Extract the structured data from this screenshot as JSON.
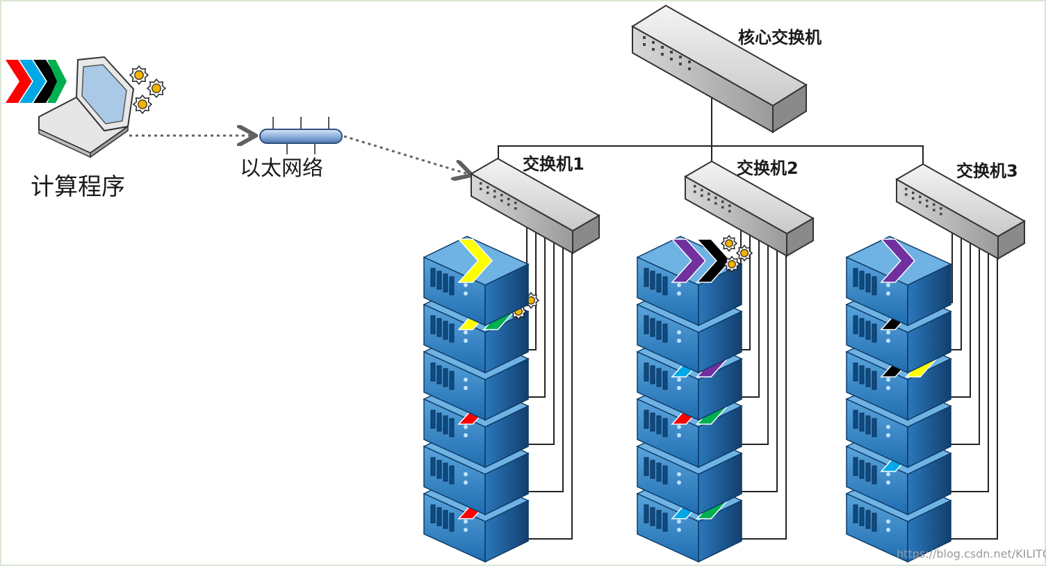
{
  "labels": {
    "compute_program": "计算程序",
    "ethernet": "以太网络",
    "core_switch": "核心交换机",
    "switch1": "交换机1",
    "switch2": "交换机2",
    "switch3": "交换机3"
  },
  "watermark": "https://blog.csdn.net/KILITOH",
  "colors": {
    "red": "#ff0000",
    "blue": "#00a8e8",
    "black": "#000000",
    "green": "#00b050",
    "yellow": "#ffff00",
    "purple": "#7030a0",
    "server_blue": "#1f6db0",
    "gear": "#f2b400"
  },
  "racks": [
    {
      "id": "rack1",
      "servers": [
        {
          "chevrons": [
            "yellow"
          ],
          "gears": false
        },
        {
          "chevrons": [
            "yellow",
            "green"
          ],
          "gears": true
        },
        {
          "chevrons": [],
          "gears": false
        },
        {
          "chevrons": [
            "red"
          ],
          "gears": false
        },
        {
          "chevrons": [],
          "gears": false
        },
        {
          "chevrons": [
            "red"
          ],
          "gears": true
        }
      ]
    },
    {
      "id": "rack2",
      "servers": [
        {
          "chevrons": [
            "purple",
            "black"
          ],
          "gears": true
        },
        {
          "chevrons": [],
          "gears": false
        },
        {
          "chevrons": [
            "blue",
            "purple"
          ],
          "gears": false
        },
        {
          "chevrons": [
            "red",
            "green"
          ],
          "gears": false
        },
        {
          "chevrons": [],
          "gears": false
        },
        {
          "chevrons": [
            "blue",
            "green"
          ],
          "gears": false
        }
      ]
    },
    {
      "id": "rack3",
      "servers": [
        {
          "chevrons": [
            "purple"
          ],
          "gears": false
        },
        {
          "chevrons": [
            "black"
          ],
          "gears": false
        },
        {
          "chevrons": [
            "black",
            "yellow"
          ],
          "gears": false
        },
        {
          "chevrons": [],
          "gears": false
        },
        {
          "chevrons": [
            "blue"
          ],
          "gears": true
        },
        {
          "chevrons": [],
          "gears": false
        }
      ]
    }
  ]
}
